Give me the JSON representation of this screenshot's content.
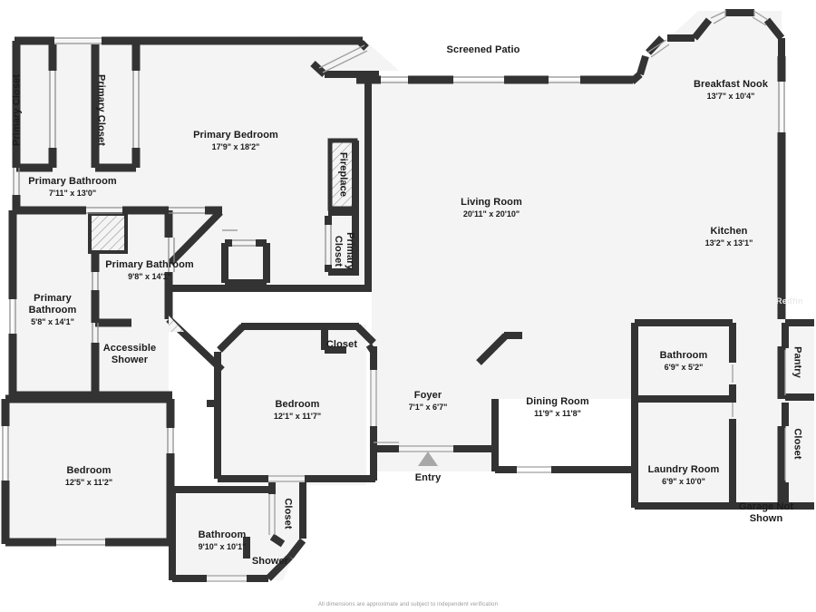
{
  "document": {
    "type": "floor-plan",
    "disclaimer": "All dimensions are approximate and subject to independent verification",
    "watermark": "Redfin",
    "colors": {
      "wall": "#333333",
      "floor_fill": "#f4f4f4",
      "background": "#ffffff",
      "text": "#1b1b1b",
      "window_fill": "#ffffff",
      "hatch_stroke": "#8d8d8d",
      "entry_arrow": "#a8a8a8",
      "disclaimer_text": "#9a9a9a"
    }
  },
  "rooms": [
    {
      "id": "primary-closet-left",
      "name": "Primary Closet",
      "dimensions": "",
      "orientation": "vertical-ccw"
    },
    {
      "id": "primary-closet-right",
      "name": "Primary Closet",
      "dimensions": "",
      "orientation": "vertical-cw"
    },
    {
      "id": "primary-bedroom",
      "name": "Primary Bedroom",
      "dimensions": "17'9\" x 18'2\"",
      "orientation": "horizontal"
    },
    {
      "id": "primary-bathroom-1",
      "name": "Primary Bathroom",
      "dimensions": "7'11\" x 13'0\"",
      "orientation": "horizontal"
    },
    {
      "id": "primary-bathroom-2",
      "name": "Primary Bathroom",
      "dimensions": "9'8\" x 14'1\"",
      "orientation": "horizontal"
    },
    {
      "id": "primary-bathroom-3",
      "name": "Primary\nBathroom",
      "dimensions": "5'8\" x 14'1\"",
      "orientation": "horizontal"
    },
    {
      "id": "accessible-shower",
      "name": "Accessible\nShower",
      "dimensions": "",
      "orientation": "horizontal"
    },
    {
      "id": "fireplace",
      "name": "Fireplace",
      "dimensions": "",
      "orientation": "vertical-cw"
    },
    {
      "id": "primary-closet-bed",
      "name": "Primary\nCloset",
      "dimensions": "",
      "orientation": "vertical-cw"
    },
    {
      "id": "screened-patio",
      "name": "Screened Patio",
      "dimensions": "",
      "orientation": "horizontal"
    },
    {
      "id": "living-room",
      "name": "Living Room",
      "dimensions": "20'11\" x 20'10\"",
      "orientation": "horizontal"
    },
    {
      "id": "breakfast-nook",
      "name": "Breakfast Nook",
      "dimensions": "13'7\" x 10'4\"",
      "orientation": "horizontal"
    },
    {
      "id": "kitchen",
      "name": "Kitchen",
      "dimensions": "13'2\" x 13'1\"",
      "orientation": "horizontal"
    },
    {
      "id": "pantry",
      "name": "Pantry",
      "dimensions": "",
      "orientation": "vertical-cw"
    },
    {
      "id": "closet-right",
      "name": "Closet",
      "dimensions": "",
      "orientation": "vertical-cw"
    },
    {
      "id": "bathroom-hall",
      "name": "Bathroom",
      "dimensions": "6'9\" x 5'2\"",
      "orientation": "horizontal"
    },
    {
      "id": "laundry-room",
      "name": "Laundry Room",
      "dimensions": "6'9\" x 10'0\"",
      "orientation": "horizontal"
    },
    {
      "id": "garage-not-shown",
      "name": "Garage Not\nShown",
      "dimensions": "",
      "orientation": "horizontal"
    },
    {
      "id": "dining-room",
      "name": "Dining Room",
      "dimensions": "11'9\" x 11'8\"",
      "orientation": "horizontal"
    },
    {
      "id": "foyer",
      "name": "Foyer",
      "dimensions": "7'1\" x 6'7\"",
      "orientation": "horizontal"
    },
    {
      "id": "entry",
      "name": "Entry",
      "dimensions": "",
      "orientation": "horizontal"
    },
    {
      "id": "bedroom-2",
      "name": "Bedroom",
      "dimensions": "12'1\" x 11'7\"",
      "orientation": "horizontal"
    },
    {
      "id": "closet-bed2",
      "name": "Closet",
      "dimensions": "",
      "orientation": "horizontal"
    },
    {
      "id": "closet-bath2",
      "name": "Closet",
      "dimensions": "",
      "orientation": "vertical-cw"
    },
    {
      "id": "bedroom-3",
      "name": "Bedroom",
      "dimensions": "12'5\" x 11'2\"",
      "orientation": "horizontal"
    },
    {
      "id": "bathroom-2",
      "name": "Bathroom",
      "dimensions": "9'10\" x 10'1\"",
      "orientation": "horizontal"
    },
    {
      "id": "shower",
      "name": "Shower",
      "dimensions": "",
      "orientation": "horizontal"
    }
  ],
  "labels": {
    "primary_closet_left": "Primary Closet",
    "primary_closet_right": "Primary Closet",
    "primary_bedroom": "Primary Bedroom",
    "primary_bedroom_dim": "17'9\" x 18'2\"",
    "primary_bathroom_1": "Primary Bathroom",
    "primary_bathroom_1_dim": "7'11\" x 13'0\"",
    "primary_bathroom_2": "Primary Bathroom",
    "primary_bathroom_2_dim": "9'8\" x 14'1\"",
    "primary_bathroom_3": "Primary\nBathroom",
    "primary_bathroom_3_dim": "5'8\" x 14'1\"",
    "accessible_shower": "Accessible\nShower",
    "fireplace": "Fireplace",
    "primary_closet_bed": "Primary\nCloset",
    "screened_patio": "Screened Patio",
    "living_room": "Living Room",
    "living_room_dim": "20'11\" x 20'10\"",
    "breakfast_nook": "Breakfast Nook",
    "breakfast_nook_dim": "13'7\" x 10'4\"",
    "kitchen": "Kitchen",
    "kitchen_dim": "13'2\" x 13'1\"",
    "pantry": "Pantry",
    "closet_right": "Closet",
    "bathroom_hall": "Bathroom",
    "bathroom_hall_dim": "6'9\" x 5'2\"",
    "laundry_room": "Laundry Room",
    "laundry_room_dim": "6'9\" x 10'0\"",
    "garage_not_shown": "Garage Not\nShown",
    "dining_room": "Dining Room",
    "dining_room_dim": "11'9\" x 11'8\"",
    "foyer": "Foyer",
    "foyer_dim": "7'1\" x 6'7\"",
    "entry": "Entry",
    "bedroom_2": "Bedroom",
    "bedroom_2_dim": "12'1\" x 11'7\"",
    "closet_bed2": "Closet",
    "closet_bath2": "Closet",
    "bedroom_3": "Bedroom",
    "bedroom_3_dim": "12'5\" x 11'2\"",
    "bathroom_2": "Bathroom",
    "bathroom_2_dim": "9'10\" x 10'1\"",
    "shower": "Shower"
  }
}
